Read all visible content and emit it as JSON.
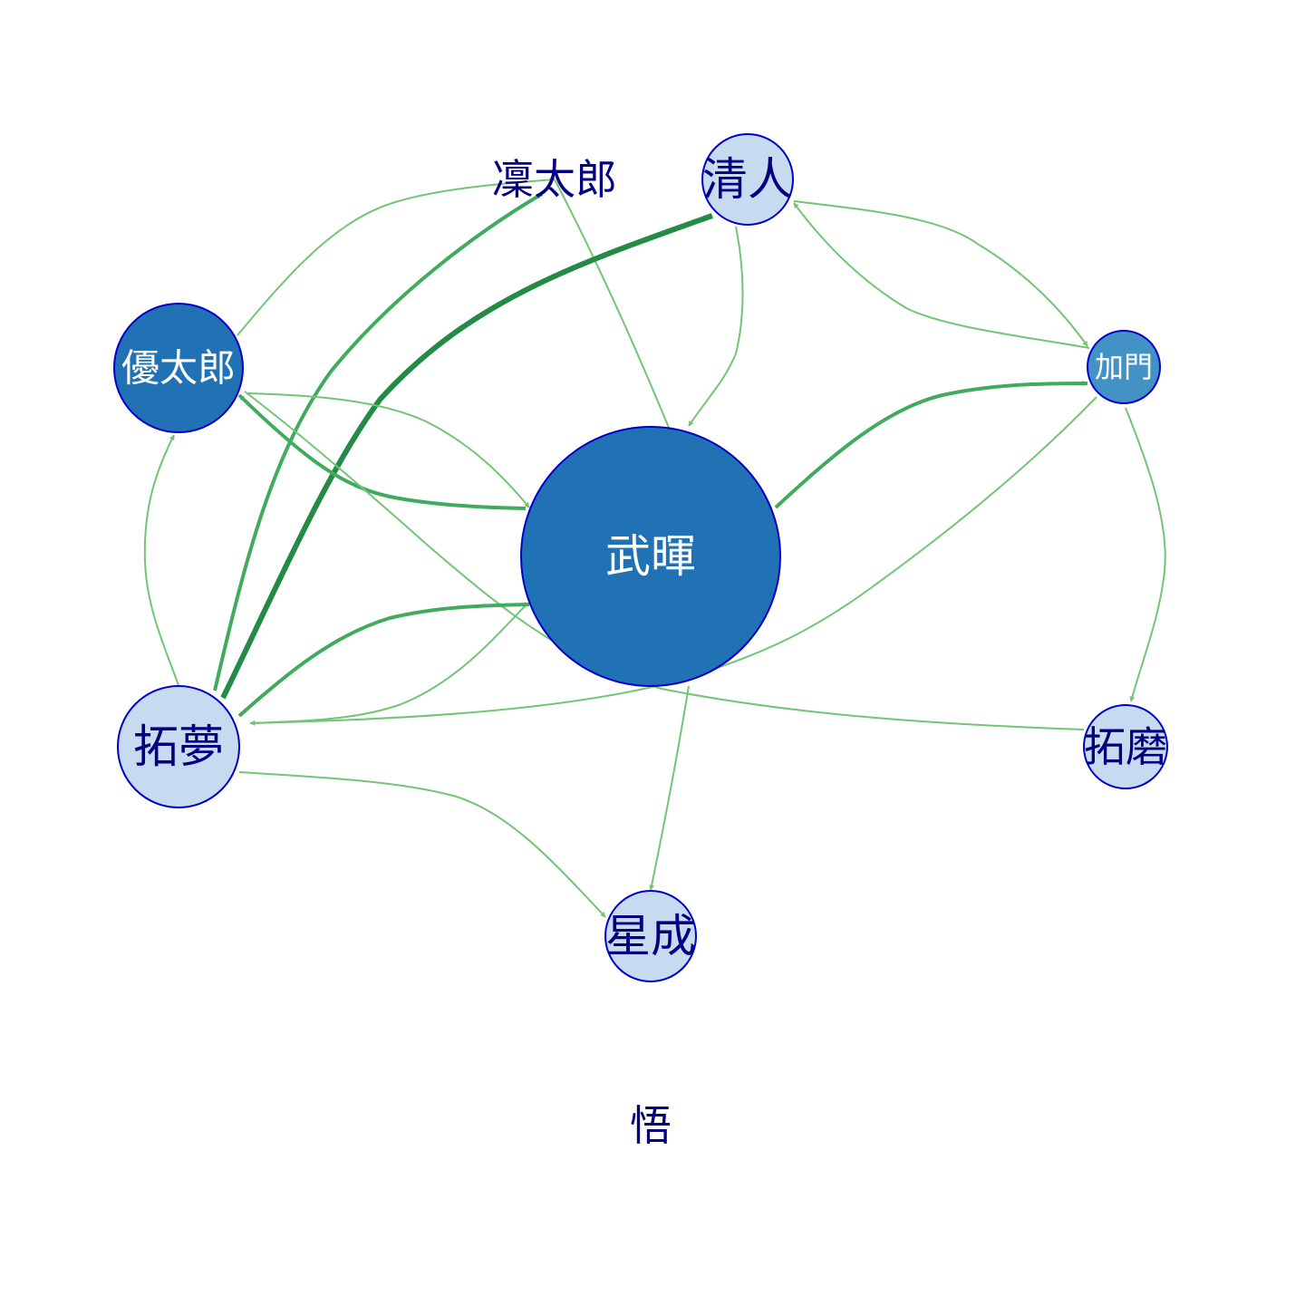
{
  "nodes": [
    {
      "id": "n_bu",
      "label": "武暉",
      "fill": "#2171b5",
      "label_color": "#ffffff"
    },
    {
      "id": "n_kiyo",
      "label": "清人",
      "fill": "#c6dbef",
      "label_color": "#000080"
    },
    {
      "id": "n_rin",
      "label": "凜太郎",
      "fill": "none",
      "label_color": "#000080"
    },
    {
      "id": "n_yuu",
      "label": "優太郎",
      "fill": "#2171b5",
      "label_color": "#ffffff"
    },
    {
      "id": "n_ka",
      "label": "加門",
      "fill": "#4292c6",
      "label_color": "#ffffff"
    },
    {
      "id": "n_tm",
      "label": "拓夢",
      "fill": "#c6dbef",
      "label_color": "#000080"
    },
    {
      "id": "n_tk",
      "label": "拓磨",
      "fill": "#c6dbef",
      "label_color": "#000080"
    },
    {
      "id": "n_sei",
      "label": "星成",
      "fill": "#c6dbef",
      "label_color": "#000080"
    },
    {
      "id": "n_sat",
      "label": "悟",
      "fill": "none",
      "label_color": "#000080"
    }
  ],
  "edges": [
    {
      "from": "拓夢",
      "to": "清人",
      "weight": 3,
      "color": "#238b45"
    },
    {
      "from": "拓夢",
      "to": "凜太郎",
      "weight": 2,
      "color": "#41ab5d"
    },
    {
      "from": "拓夢",
      "to": "武暉",
      "weight": 2,
      "color": "#41ab5d"
    },
    {
      "from": "拓夢",
      "to": "優太郎",
      "weight": 1,
      "color": "#74c476"
    },
    {
      "from": "拓夢",
      "to": "星成",
      "weight": 1,
      "color": "#74c476"
    },
    {
      "from": "武暉",
      "to": "優太郎",
      "weight": 2,
      "color": "#41ab5d"
    },
    {
      "from": "武暉",
      "to": "加門",
      "weight": 2,
      "color": "#41ab5d"
    },
    {
      "from": "武暉",
      "to": "拓夢",
      "weight": 1,
      "color": "#74c476"
    },
    {
      "from": "武暉",
      "to": "星成",
      "weight": 1,
      "color": "#74c476"
    },
    {
      "from": "武暉",
      "to": "凜太郎",
      "weight": 1,
      "color": "#74c476"
    },
    {
      "from": "優太郎",
      "to": "武暉",
      "weight": 1,
      "color": "#74c476"
    },
    {
      "from": "優太郎",
      "to": "凜太郎",
      "weight": 1,
      "color": "#74c476"
    },
    {
      "from": "清人",
      "to": "武暉",
      "weight": 1,
      "color": "#74c476"
    },
    {
      "from": "清人",
      "to": "加門",
      "weight": 1,
      "color": "#74c476"
    },
    {
      "from": "加門",
      "to": "清人",
      "weight": 1,
      "color": "#74c476"
    },
    {
      "from": "加門",
      "to": "拓磨",
      "weight": 1,
      "color": "#74c476"
    },
    {
      "from": "加門",
      "to": "拓夢",
      "weight": 1,
      "color": "#74c476"
    },
    {
      "from": "拓磨",
      "to": "優太郎",
      "weight": 1,
      "color": "#74c476"
    }
  ],
  "colors": {
    "node_border": "#0000cd",
    "background": "#ffffff"
  }
}
